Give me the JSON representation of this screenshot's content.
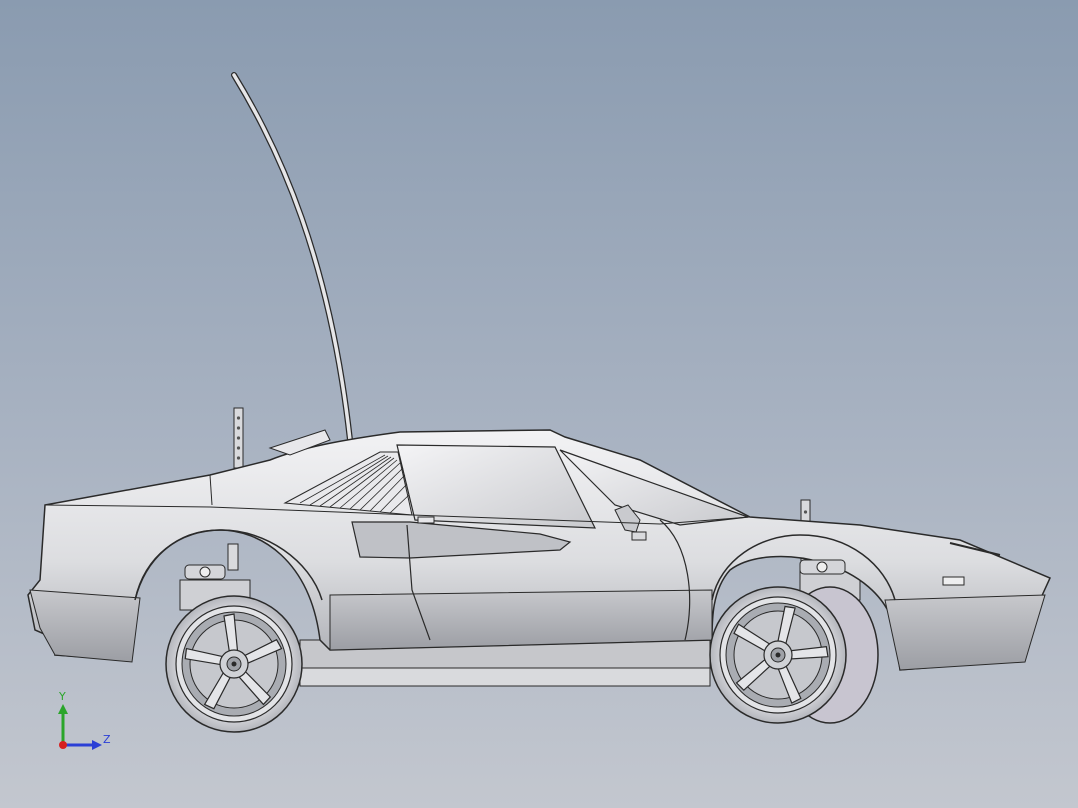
{
  "viewport": {
    "background_top": "#8a9bb0",
    "background_bottom": "#c3c7cf",
    "model": "rc-car-side-view"
  },
  "triad": {
    "y_label": "Y",
    "z_label": "Z",
    "y_color": "#2aa52a",
    "z_color": "#2b3fd6",
    "origin_color": "#d62020"
  },
  "model_colors": {
    "body_fill": "#dcdde0",
    "body_shade": "#b9bbc0",
    "outline": "#2a2a2a",
    "tire": "#d6d6da",
    "rim": "#9fa2a8"
  }
}
